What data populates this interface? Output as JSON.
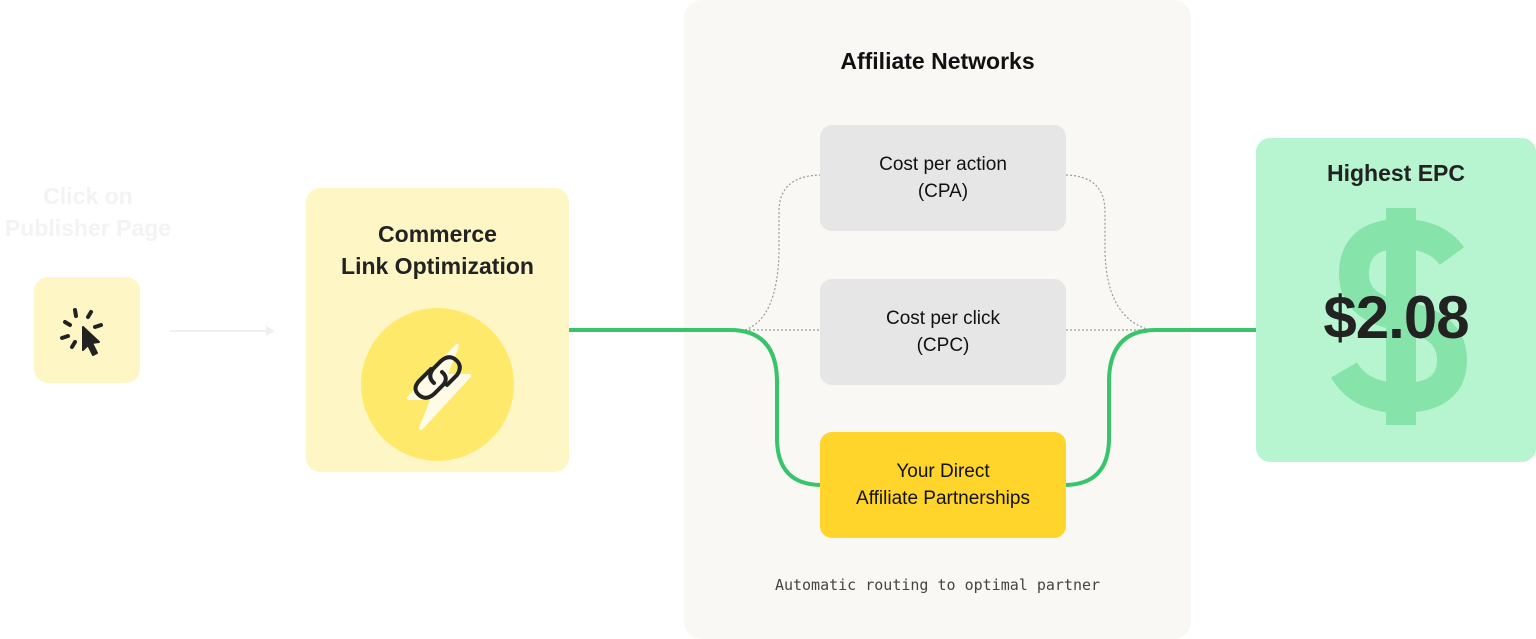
{
  "step_click": {
    "title_line1": "Click on",
    "title_line2": "Publisher Page",
    "icon": "cursor-click-icon"
  },
  "step_optimization": {
    "title_line1": "Commerce",
    "title_line2": "Link Optimization",
    "icon": "link-lightning-icon"
  },
  "networks": {
    "title": "Affiliate Networks",
    "options": [
      {
        "line1": "Cost per action",
        "line2": "(CPA)",
        "selected": false
      },
      {
        "line1": "Cost per click",
        "line2": "(CPC)",
        "selected": false
      },
      {
        "line1": "Your Direct",
        "line2": "Affiliate Partnerships",
        "selected": true
      }
    ],
    "caption": "Automatic routing to optimal partner"
  },
  "result": {
    "title": "Highest EPC",
    "value": "$2.08",
    "icon": "dollar-sign-icon"
  },
  "colors": {
    "route_active": "#37c46a",
    "route_inactive": "#9a9a9a",
    "yellow_light": "#fff6c5",
    "yellow_mid": "#ffe96a",
    "yellow_selected": "#ffd52b",
    "gray_option": "#e6e6e6",
    "panel_bg": "#f9f8f4",
    "green_result": "#b6f5cf"
  }
}
